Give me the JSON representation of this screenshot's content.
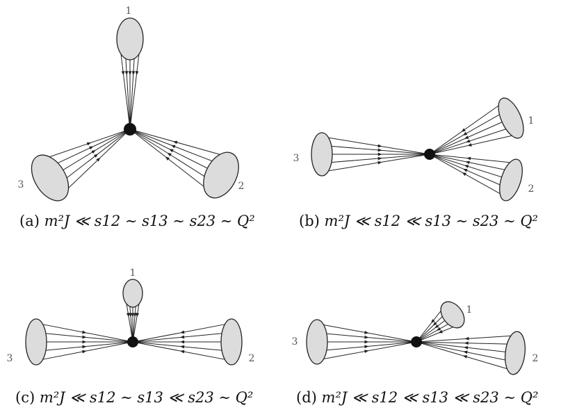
{
  "panels": [
    {
      "id": "a",
      "caption_tag": "(a)",
      "caption_math": "m²J ≪ s12 ∼ s13 ∼ s23 ∼ Q²",
      "jets": [
        {
          "label": "1"
        },
        {
          "label": "3"
        },
        {
          "label": "2"
        }
      ]
    },
    {
      "id": "b",
      "caption_tag": "(b)",
      "caption_math": "m²J ≪ s12 ≪ s13 ∼ s23 ∼ Q²",
      "jets": [
        {
          "label": "3"
        },
        {
          "label": "1"
        },
        {
          "label": "2"
        }
      ]
    },
    {
      "id": "c",
      "caption_tag": "(c)",
      "caption_math": "m²J ≪ s12 ∼ s13 ≪ s23 ∼ Q²",
      "jets": [
        {
          "label": "1"
        },
        {
          "label": "3"
        },
        {
          "label": "2"
        }
      ]
    },
    {
      "id": "d",
      "caption_tag": "(d)",
      "caption_math": "m²J ≪ s12 ≪ s13 ≪ s23 ∼ Q²",
      "jets": [
        {
          "label": "3"
        },
        {
          "label": "1"
        },
        {
          "label": "2"
        }
      ]
    }
  ],
  "colors": {
    "jet_fill": "#dcdcdc",
    "stroke": "#222222",
    "vertex": "#111111",
    "label": "#555555"
  }
}
